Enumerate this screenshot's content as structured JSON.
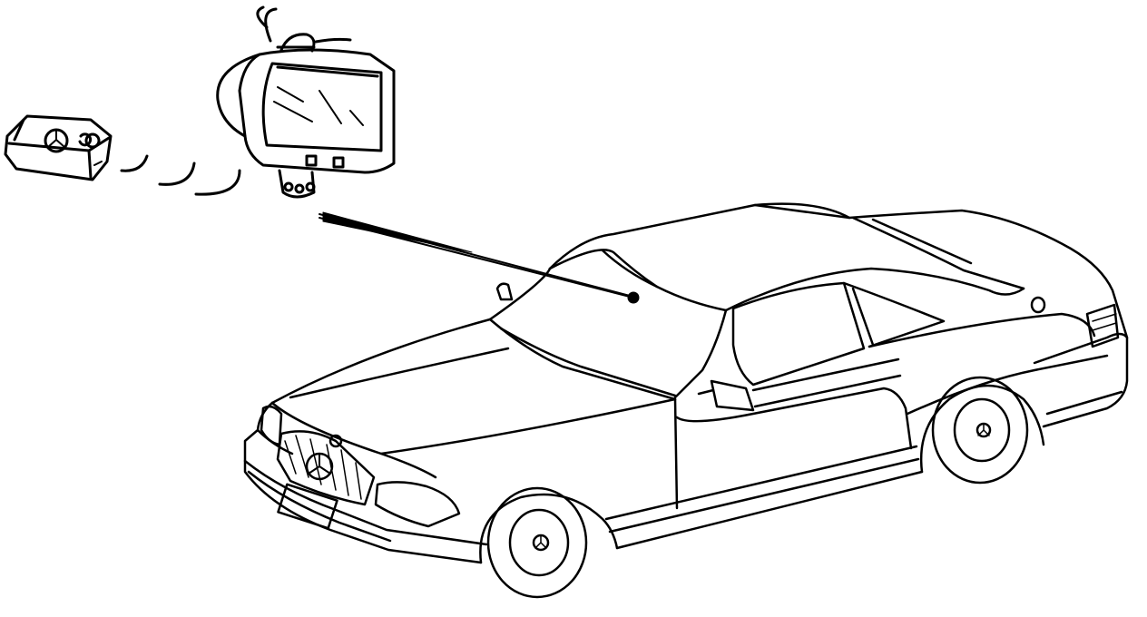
{
  "diagram": {
    "components": [
      {
        "id": "remote-key",
        "icon": "key-fob-icon"
      },
      {
        "id": "signal-waves",
        "icon": "infrared-waves-icon"
      },
      {
        "id": "rearview-mirror-receiver",
        "icon": "rearview-mirror-icon"
      },
      {
        "id": "leader-line",
        "icon": "pointer-line-icon"
      },
      {
        "id": "receiver-point",
        "icon": "dot-icon"
      },
      {
        "id": "car",
        "icon": "car-icon"
      }
    ],
    "colors": {
      "ink": "#000000",
      "paper": "#ffffff"
    }
  }
}
